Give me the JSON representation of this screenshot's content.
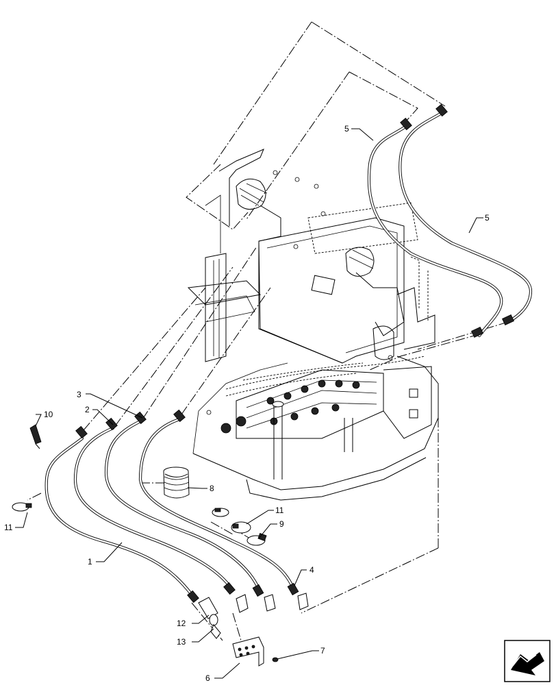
{
  "callouts": [
    {
      "id": "c1",
      "text": "1"
    },
    {
      "id": "c2",
      "text": "2"
    },
    {
      "id": "c3",
      "text": "3"
    },
    {
      "id": "c4",
      "text": "4"
    },
    {
      "id": "c5a",
      "text": "5"
    },
    {
      "id": "c5b",
      "text": "5"
    },
    {
      "id": "c6",
      "text": "6"
    },
    {
      "id": "c7",
      "text": "7"
    },
    {
      "id": "c8",
      "text": "8"
    },
    {
      "id": "c9",
      "text": "9"
    },
    {
      "id": "c10",
      "text": "10"
    },
    {
      "id": "c11a",
      "text": "11"
    },
    {
      "id": "c11b",
      "text": "11"
    },
    {
      "id": "c12",
      "text": "12"
    },
    {
      "id": "c13",
      "text": "13"
    }
  ],
  "corner_icon": "next-page-arrow-icon"
}
